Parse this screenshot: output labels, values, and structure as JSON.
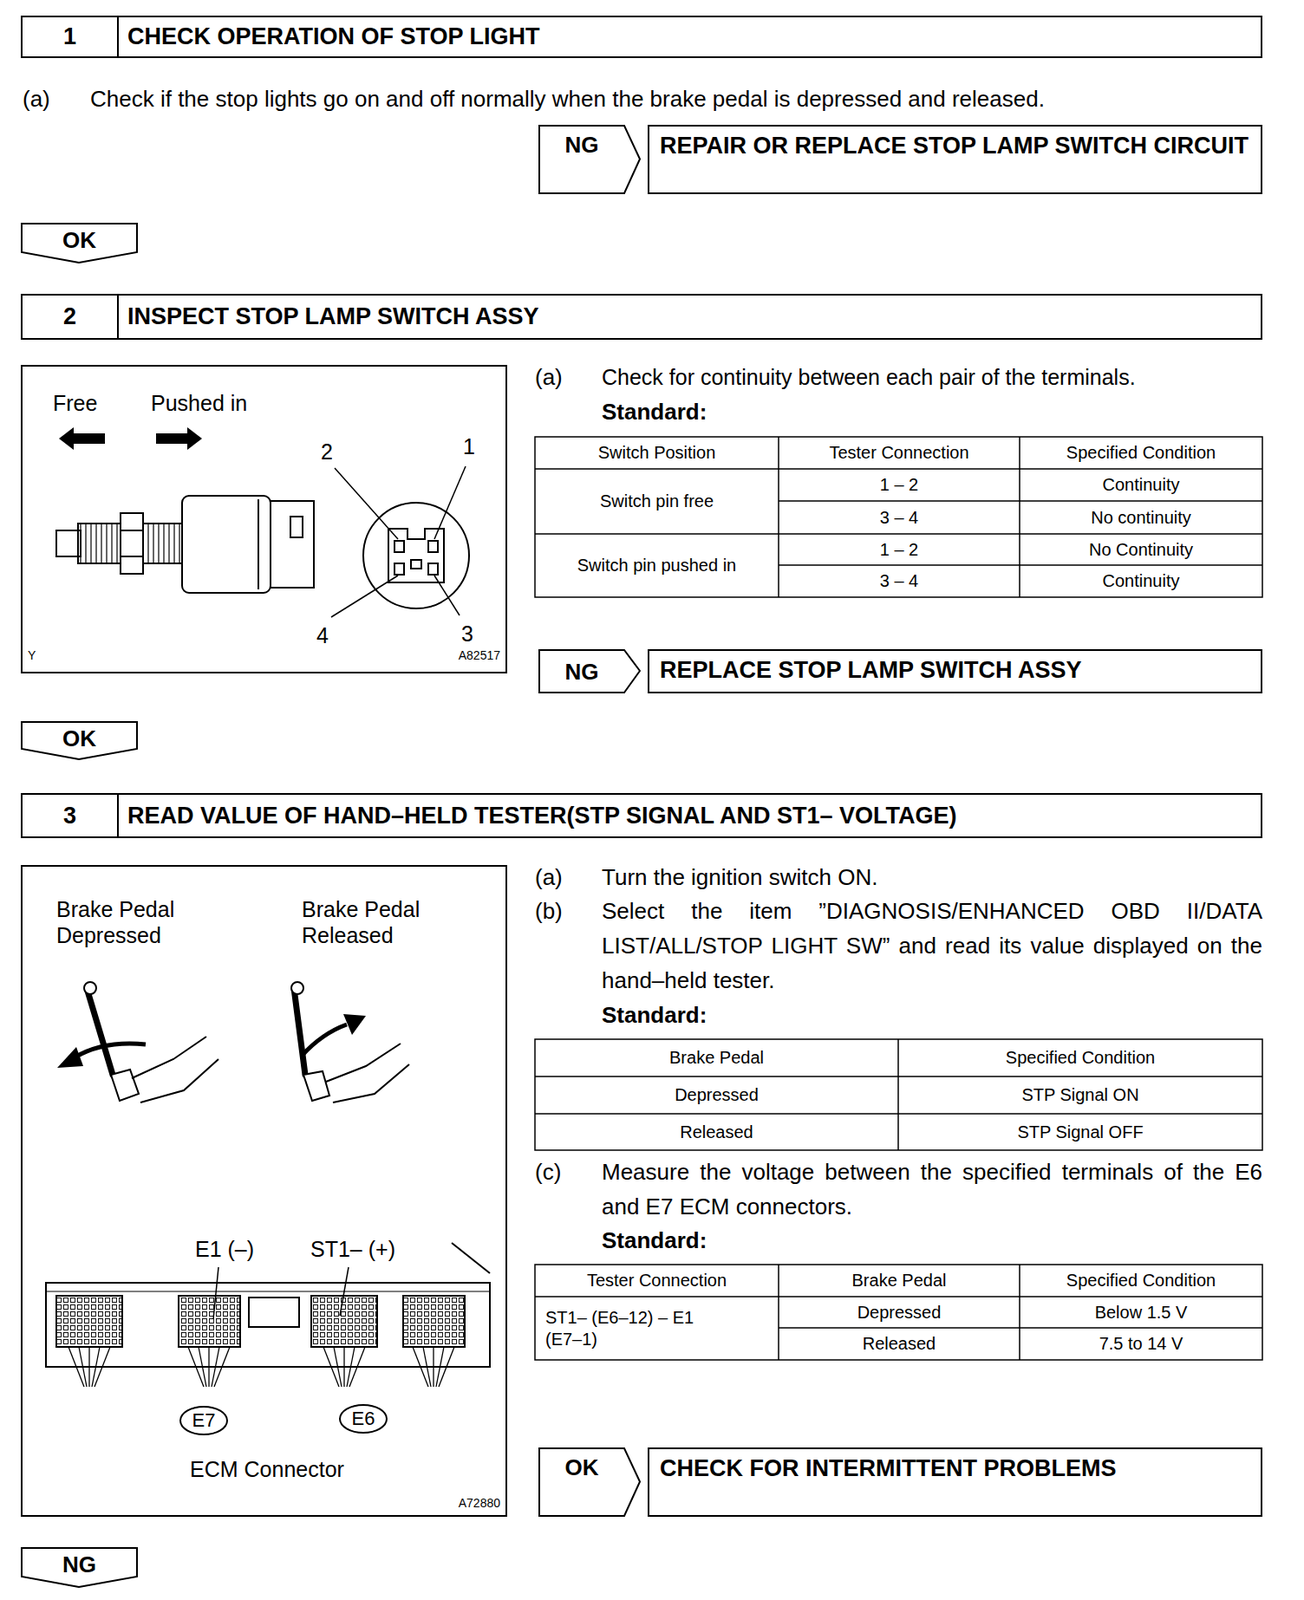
{
  "diagram": {
    "nodes": [
      {
        "text": [
          "1",
          "CHECK OPERATION OF STOP LIGHT"
        ]
      },
      {
        "text": [
          "NG"
        ]
      },
      {
        "text": [
          "REPAIR OR REPLACE STOP LAMP SWITCH CIRCUIT"
        ]
      },
      {
        "text": [
          "OK"
        ]
      },
      {
        "text": [
          "2",
          "INSPECT STOP LAMP SWITCH ASSY"
        ]
      },
      {
        "text": [
          "Free",
          "Pushed in",
          "2",
          "1",
          "4",
          "3",
          "Y",
          "A82517"
        ]
      },
      {
        "text": [
          "NG"
        ]
      },
      {
        "text": [
          "REPLACE STOP LAMP SWITCH ASSY"
        ]
      },
      {
        "text": [
          "OK"
        ]
      },
      {
        "text": [
          "3",
          "READ VALUE OF HAND–HELD TESTER(STP SIGNAL AND ST1– VOLTAGE)"
        ]
      },
      {
        "text": [
          "Brake Pedal Depressed",
          "Brake Pedal Released",
          "E1 (–)",
          "ST1– (+)",
          "ECM Connector",
          "A72880"
        ]
      },
      {
        "text": [
          "E7"
        ],
        "in": 10
      },
      {
        "text": [
          "E6"
        ],
        "in": 10
      },
      {
        "text": [
          "OK"
        ]
      },
      {
        "text": [
          "CHECK FOR INTERMITTENT PROBLEMS"
        ]
      },
      {
        "text": [
          "NG"
        ]
      }
    ],
    "labels": [
      "(a)",
      "Check if the stop lights go on and off normally when the brake pedal is depressed and released.",
      "(a)",
      "Check for continuity between each pair of the terminals.",
      "Standard:",
      "Switch Position",
      "Tester Connection",
      "Specified Condition",
      "Switch pin free",
      "1 – 2",
      "Continuity",
      "3 – 4",
      "No continuity",
      "Switch pin pushed in",
      "1 – 2",
      "No Continuity",
      "3 – 4",
      "Continuity",
      "(a)",
      "Turn the ignition switch ON.",
      "(b)",
      "Select the item ”DIAGNOSIS/ENHANCED OBD II/DATA LIST/ALL/STOP LIGHT SW” and read its value displayed on the hand–held tester.",
      "Standard:",
      "Brake Pedal",
      "Specified Condition",
      "Depressed",
      "STP Signal ON",
      "Released",
      "STP Signal OFF",
      "(c)",
      "Measure the voltage between the specified terminals of the E6 and E7 ECM connectors.",
      "Standard:",
      "Tester Connection",
      "Brake Pedal",
      "Specified Condition",
      "ST1– (E6–12) – E1 (E7–1)",
      "Depressed",
      "Below 1.5 V",
      "Released",
      "7.5 to 14 V"
    ]
  }
}
